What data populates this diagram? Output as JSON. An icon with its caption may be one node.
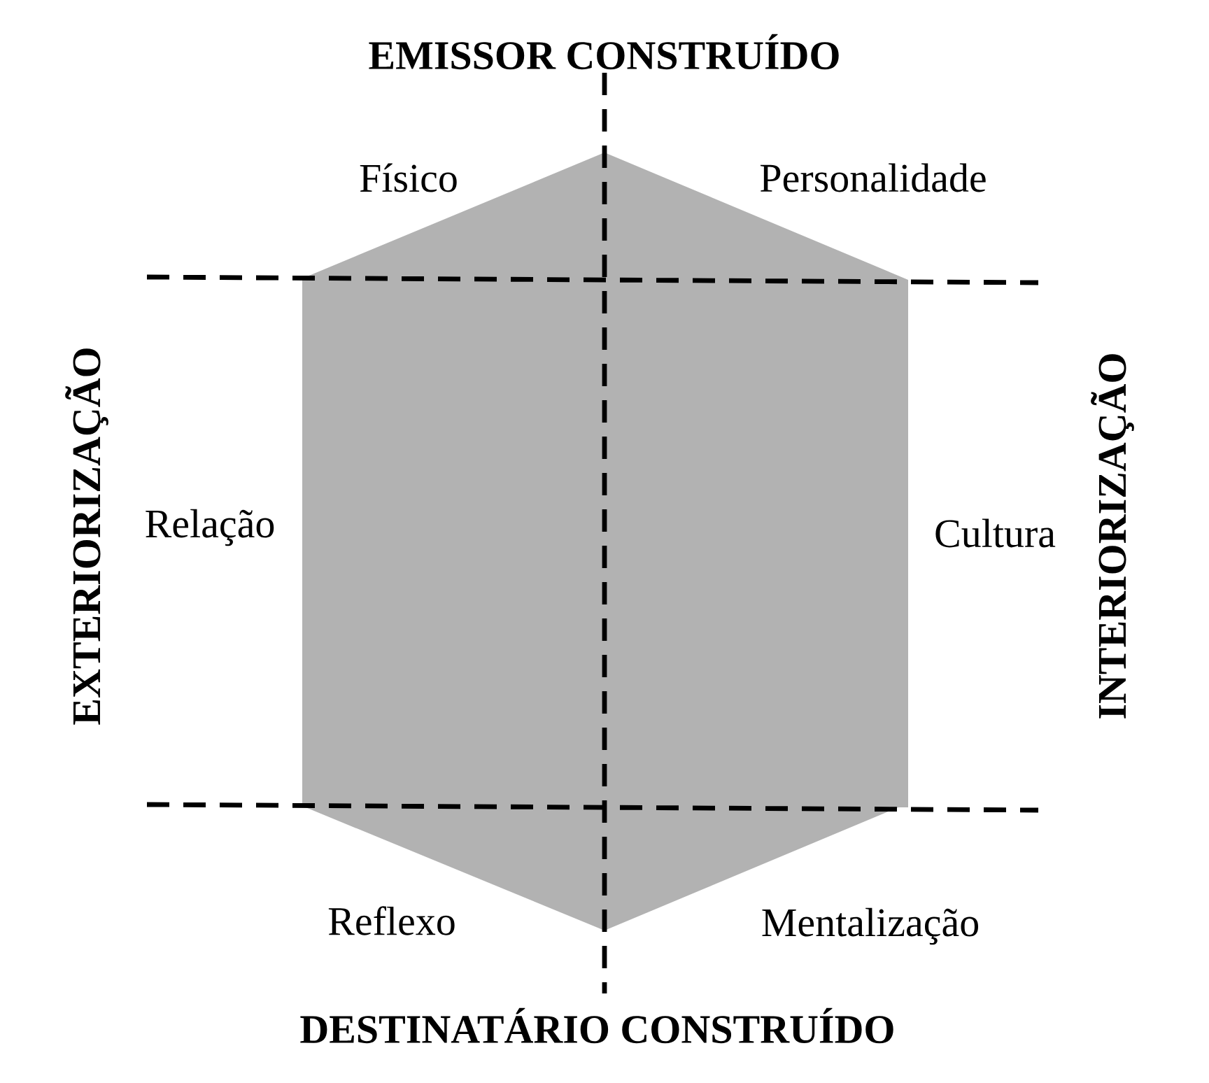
{
  "diagram": {
    "labels": [
      "EMISSOR CONSTRUÍDO",
      "Físico",
      "Personalidade",
      "EXTERIORIZAÇÃO",
      "Relação",
      "Cultura",
      "INTERIORIZAÇÃO",
      "Reflexo",
      "Mentalização",
      "DESTINATÁRIO CONSTRUÍDO"
    ]
  }
}
